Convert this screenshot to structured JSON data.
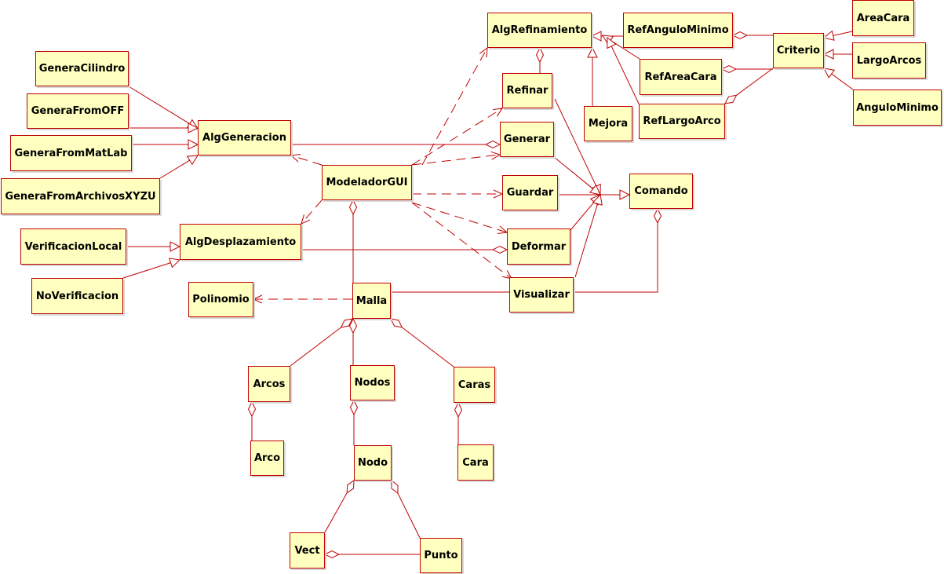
{
  "theme": {
    "line": "#c00000",
    "fill": "#ffffc0",
    "background": "#ffffff"
  },
  "classes": {
    "algrefinamiento": "AlgRefinamiento",
    "refangulominimo": "RefAnguloMinimo",
    "areacara": "AreaCara",
    "criterio": "Criterio",
    "largoarcos": "LargoArcos",
    "refareacara": "RefAreaCara",
    "refinar": "Refinar",
    "angulominimo": "AnguloMinimo",
    "mejora": "Mejora",
    "reflargoarco": "RefLargoArco",
    "generacilindro": "GeneraCilindro",
    "generafromoff": "GeneraFromOFF",
    "algeneracion": "AlgGeneracion",
    "generar": "Generar",
    "generafrommatlab": "GeneraFromMatLab",
    "modeladorgui": "ModeladorGUI",
    "generafromarchivosxyzu": "GeneraFromArchivosXYZU",
    "guardar": "Guardar",
    "comando": "Comando",
    "algdesplazamiento": "AlgDesplazamiento",
    "verificacionlocal": "VerificacionLocal",
    "deformar": "Deformar",
    "noverificacion": "NoVerificacion",
    "polinomio": "Polinomio",
    "malla": "Malla",
    "visualizar": "Visualizar",
    "arcos": "Arcos",
    "nodos": "Nodos",
    "caras": "Caras",
    "arco": "Arco",
    "nodo": "Nodo",
    "cara": "Cara",
    "vect": "Vect",
    "punto": "Punto"
  },
  "relations": [
    {
      "from": "refangulominimo",
      "to": "algrefinamiento",
      "type": "inheritance"
    },
    {
      "from": "refareacara",
      "to": "algrefinamiento",
      "type": "inheritance"
    },
    {
      "from": "reflargoarco",
      "to": "algrefinamiento",
      "type": "inheritance"
    },
    {
      "from": "mejora",
      "to": "algrefinamiento",
      "type": "inheritance"
    },
    {
      "from": "areacara",
      "to": "criterio",
      "type": "inheritance"
    },
    {
      "from": "largoarcos",
      "to": "criterio",
      "type": "inheritance"
    },
    {
      "from": "angulominimo",
      "to": "criterio",
      "type": "inheritance"
    },
    {
      "from": "criterio",
      "to": "refangulominimo",
      "type": "aggregation"
    },
    {
      "from": "criterio",
      "to": "refareacara",
      "type": "aggregation"
    },
    {
      "from": "criterio",
      "to": "reflargoarco",
      "type": "aggregation"
    },
    {
      "from": "refinar",
      "to": "algrefinamiento",
      "type": "aggregation"
    },
    {
      "from": "generacilindro",
      "to": "algeneracion",
      "type": "inheritance"
    },
    {
      "from": "generafromoff",
      "to": "algeneracion",
      "type": "inheritance"
    },
    {
      "from": "generafrommatlab",
      "to": "algeneracion",
      "type": "inheritance"
    },
    {
      "from": "generafromarchivosxyzu",
      "to": "algeneracion",
      "type": "inheritance"
    },
    {
      "from": "algeneracion",
      "to": "generar",
      "type": "aggregation"
    },
    {
      "from": "verificacionlocal",
      "to": "algdesplazamiento",
      "type": "inheritance"
    },
    {
      "from": "noverificacion",
      "to": "algdesplazamiento",
      "type": "inheritance"
    },
    {
      "from": "algdesplazamiento",
      "to": "deformar",
      "type": "aggregation"
    },
    {
      "from": "modeladorgui",
      "to": "algrefinamiento",
      "type": "dependency"
    },
    {
      "from": "modeladorgui",
      "to": "refinar",
      "type": "dependency"
    },
    {
      "from": "modeladorgui",
      "to": "generar",
      "type": "dependency"
    },
    {
      "from": "modeladorgui",
      "to": "guardar",
      "type": "dependency"
    },
    {
      "from": "modeladorgui",
      "to": "deformar",
      "type": "dependency"
    },
    {
      "from": "modeladorgui",
      "to": "visualizar",
      "type": "dependency"
    },
    {
      "from": "modeladorgui",
      "to": "algeneracion",
      "type": "dependency"
    },
    {
      "from": "modeladorgui",
      "to": "algdesplazamiento",
      "type": "dependency"
    },
    {
      "from": "malla",
      "to": "modeladorgui",
      "type": "aggregation"
    },
    {
      "from": "malla",
      "to": "polinomio",
      "type": "dependency"
    },
    {
      "from": "malla",
      "to": "visualizar",
      "type": "association"
    },
    {
      "from": "refinar",
      "to": "comando",
      "type": "inheritance"
    },
    {
      "from": "generar",
      "to": "comando",
      "type": "inheritance"
    },
    {
      "from": "guardar",
      "to": "comando",
      "type": "inheritance"
    },
    {
      "from": "deformar",
      "to": "comando",
      "type": "inheritance"
    },
    {
      "from": "visualizar",
      "to": "comando",
      "type": "inheritance"
    },
    {
      "from": "visualizar",
      "to": "comando",
      "type": "aggregation"
    },
    {
      "from": "arcos",
      "to": "malla",
      "type": "aggregation"
    },
    {
      "from": "nodos",
      "to": "malla",
      "type": "aggregation"
    },
    {
      "from": "caras",
      "to": "malla",
      "type": "aggregation"
    },
    {
      "from": "arco",
      "to": "arcos",
      "type": "aggregation"
    },
    {
      "from": "nodo",
      "to": "nodos",
      "type": "aggregation"
    },
    {
      "from": "cara",
      "to": "caras",
      "type": "aggregation"
    },
    {
      "from": "vect",
      "to": "nodo",
      "type": "aggregation"
    },
    {
      "from": "punto",
      "to": "nodo",
      "type": "aggregation"
    },
    {
      "from": "punto",
      "to": "vect",
      "type": "aggregation"
    }
  ]
}
